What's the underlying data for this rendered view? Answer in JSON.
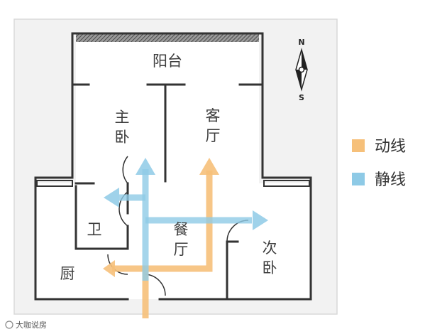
{
  "rooms": {
    "balcony": "阳台",
    "master_bedroom_line1": "主",
    "master_bedroom_line2": "卧",
    "living_room_line1": "客",
    "living_room_line2": "厅",
    "bathroom": "卫",
    "dining_room_line1": "餐",
    "dining_room_line2": "厅",
    "second_bedroom_line1": "次",
    "second_bedroom_line2": "卧",
    "kitchen": "厨"
  },
  "compass": {
    "north": "N",
    "south": "S"
  },
  "legend": [
    {
      "label": "动线",
      "color": "#f6c07a"
    },
    {
      "label": "静线",
      "color": "#8ecae6"
    }
  ],
  "colors": {
    "motion_line": "#f6c07a",
    "static_line": "#8ecae6",
    "wall": "#333333",
    "frame_fill": "#f2f2f2",
    "frame_border": "#d9d9d9"
  },
  "watermark": "大咖说房"
}
